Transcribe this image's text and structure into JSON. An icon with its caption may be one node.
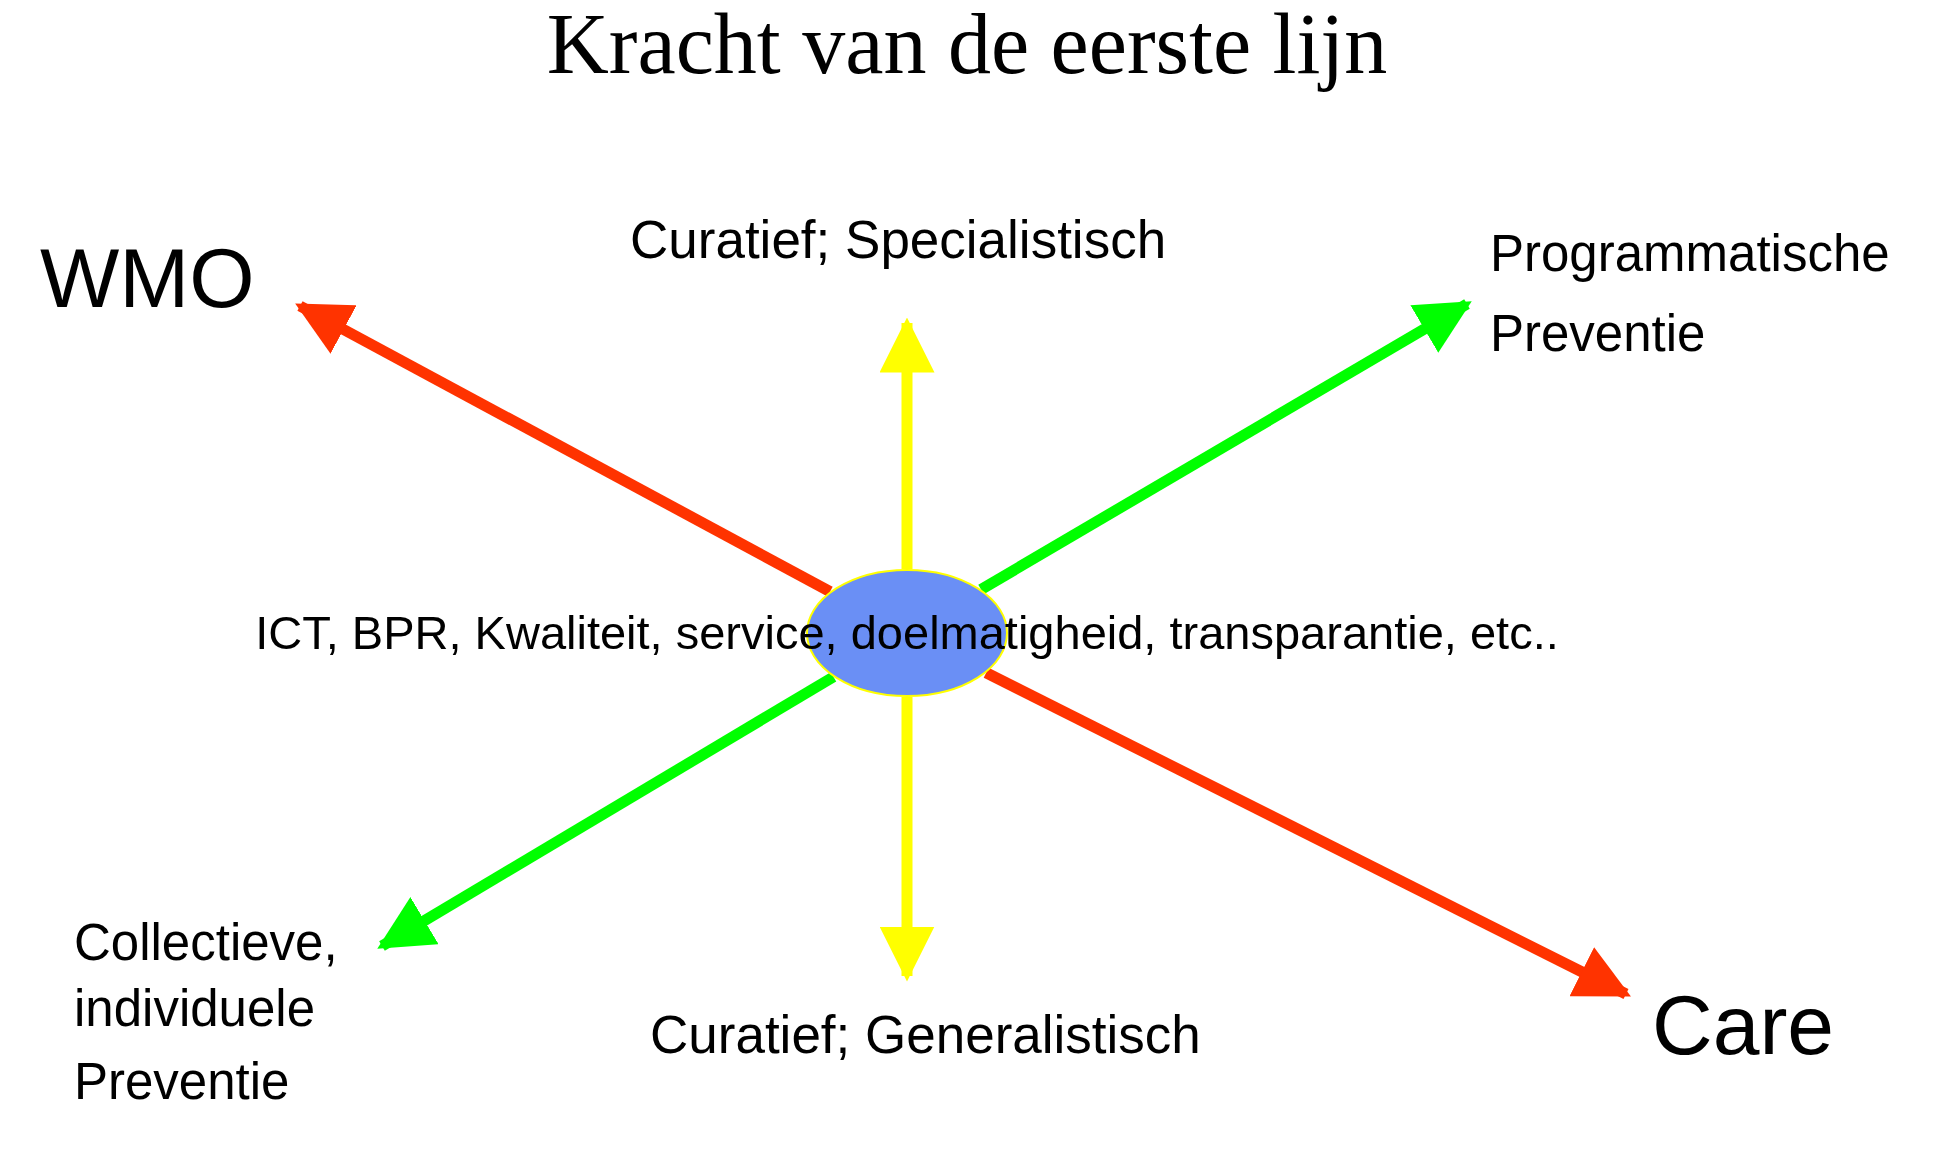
{
  "diagram": {
    "title": "Kracht van de eerste lijn",
    "labels": [
      "ICT, BPR, Kwaliteit, service, doelmatigheid, transparantie, etc.."
    ],
    "nodes": [
      {
        "text": [],
        "shape": "ellipse"
      },
      {
        "text": [
          "WMO"
        ]
      },
      {
        "text": [
          "Curatief; Specialistisch"
        ]
      },
      {
        "text": [
          "Programmatische",
          "Preventie"
        ]
      },
      {
        "text": [
          "Collectieve, individuele",
          "Preventie"
        ]
      },
      {
        "text": [
          "Curatief; Generalistisch"
        ]
      },
      {
        "text": [
          "Care"
        ]
      }
    ],
    "edges": [
      {
        "from": 0,
        "to": 1,
        "arrow": "to",
        "color": "#ff3300"
      },
      {
        "from": 0,
        "to": 2,
        "arrow": "to",
        "color": "#ffff00"
      },
      {
        "from": 0,
        "to": 3,
        "arrow": "to",
        "color": "#00ff00"
      },
      {
        "from": 0,
        "to": 4,
        "arrow": "to",
        "color": "#00ff00"
      },
      {
        "from": 0,
        "to": 5,
        "arrow": "to",
        "color": "#ffff00"
      },
      {
        "from": 0,
        "to": 6,
        "arrow": "to",
        "color": "#ff3300"
      }
    ]
  }
}
